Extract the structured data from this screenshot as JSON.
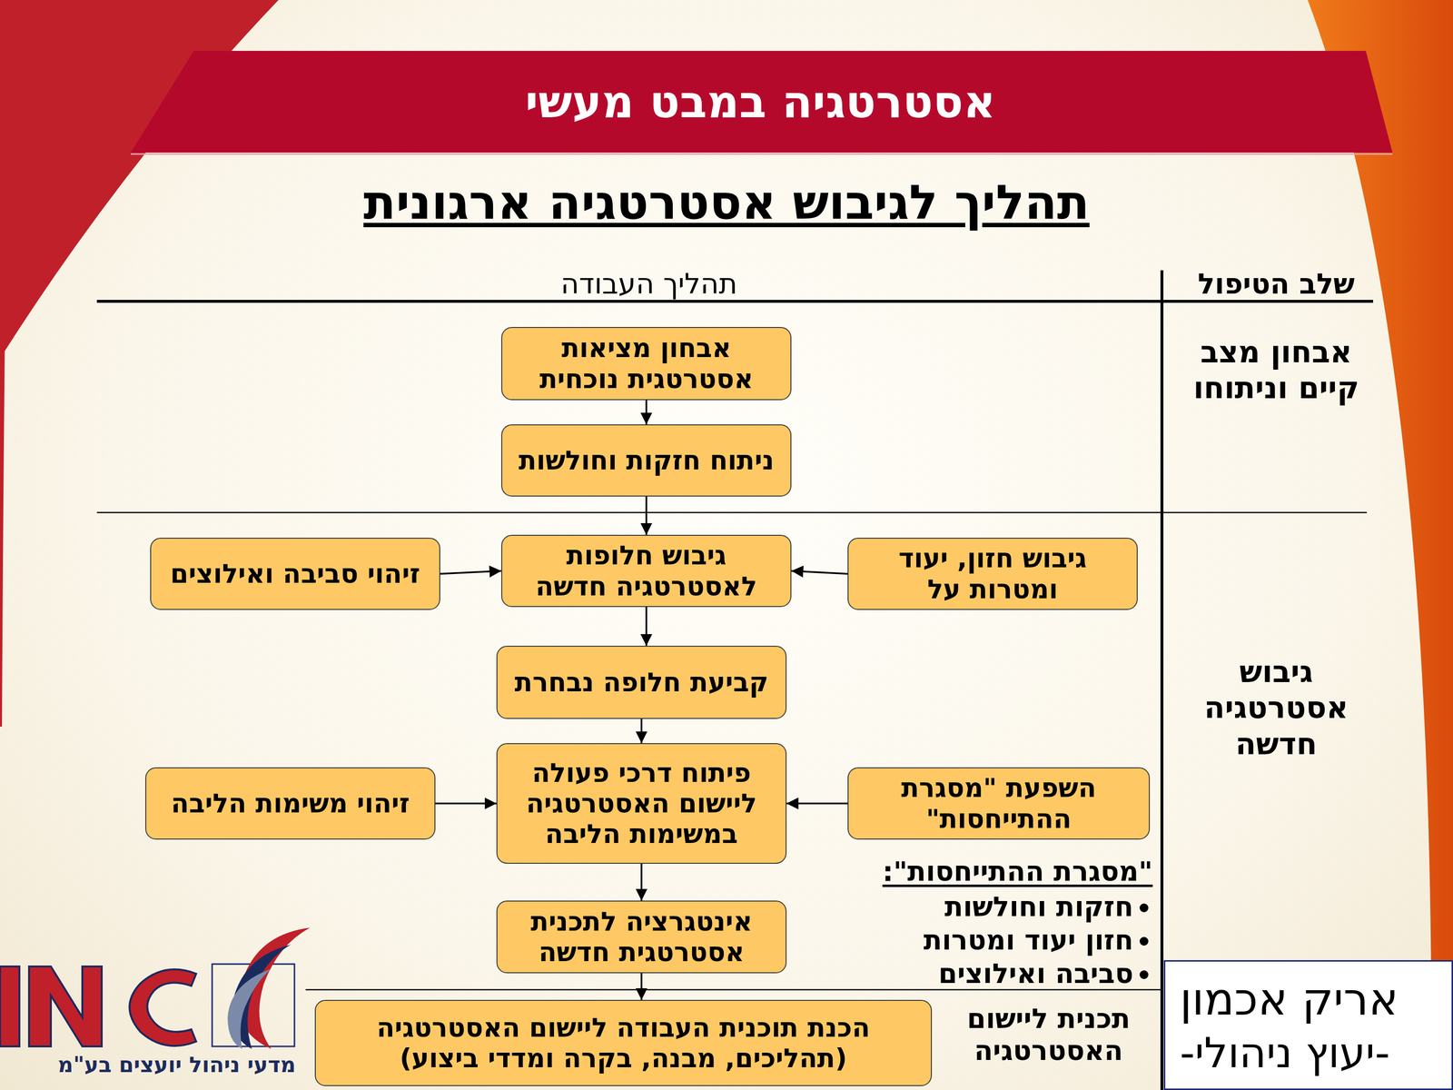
{
  "diagram": {
    "title": "אסטרטגיה במבט מעשי",
    "nodes": [
      {
        "text": [
          "אבחון מציאות אסטרטגית נוכחית"
        ]
      },
      {
        "text": [
          "ניתוח חזקות וחולשות"
        ]
      },
      {
        "text": [
          "גיבוש חזון, יעוד ומטרות על"
        ]
      },
      {
        "text": [
          "גיבוש חלופות לאסטרטגיה חדשה"
        ]
      },
      {
        "text": [
          "זיהוי סביבה ואילוצים"
        ]
      },
      {
        "text": [
          "קביעת חלופה נבחרת"
        ]
      },
      {
        "text": [
          "השפעת \"מסגרת ההתייחסות\""
        ]
      },
      {
        "text": [
          "פיתוח דרכי פעולה ליישום האסטרטגיה במשימות הליבה"
        ]
      },
      {
        "text": [
          "זיהוי משימות הליבה"
        ]
      },
      {
        "text": [
          "אינטגרציה לתכנית אסטרטגית חדשה"
        ]
      },
      {
        "text": [
          "הכנת תוכנית העבודה ליישום האסטרטגיה (תהליכים, מבנה, בקרה ומדדי ביצוע)"
        ]
      },
      {
        "text": [
          "אריק אכמון",
          "-יעוץ ניהולי-"
        ]
      }
    ],
    "edges": [
      {
        "from": 0,
        "to": 1,
        "arrow": "to"
      },
      {
        "from": 1,
        "to": 3,
        "arrow": "to"
      },
      {
        "from": 2,
        "to": 3,
        "arrow": "to"
      },
      {
        "from": 4,
        "to": 3,
        "arrow": "to"
      },
      {
        "from": 3,
        "to": 5,
        "arrow": "to"
      },
      {
        "from": 5,
        "to": 7,
        "arrow": "to"
      },
      {
        "from": 6,
        "to": 7,
        "arrow": "to"
      },
      {
        "from": 8,
        "to": 7,
        "arrow": "to"
      },
      {
        "from": 7,
        "to": 9,
        "arrow": "to"
      },
      {
        "from": 9,
        "to": 10,
        "arrow": "to"
      }
    ],
    "labels": [
      "תהליך לגיבוש אסטרטגיה ארגונית",
      "שלב הטיפול",
      "תהליך העבודה",
      "אבחון מצב קיים וניתוחו",
      "גיבוש אסטרטגיה חדשה",
      "תכנית ליישום האסטרטגיה",
      "\"מסגרת ההתייחסות\":",
      "חזקות וחולשות",
      "חזון יעוד ומטרות",
      "סביבה ואילוצים",
      "מדעי ניהול יועצים בע\"מ"
    ]
  }
}
